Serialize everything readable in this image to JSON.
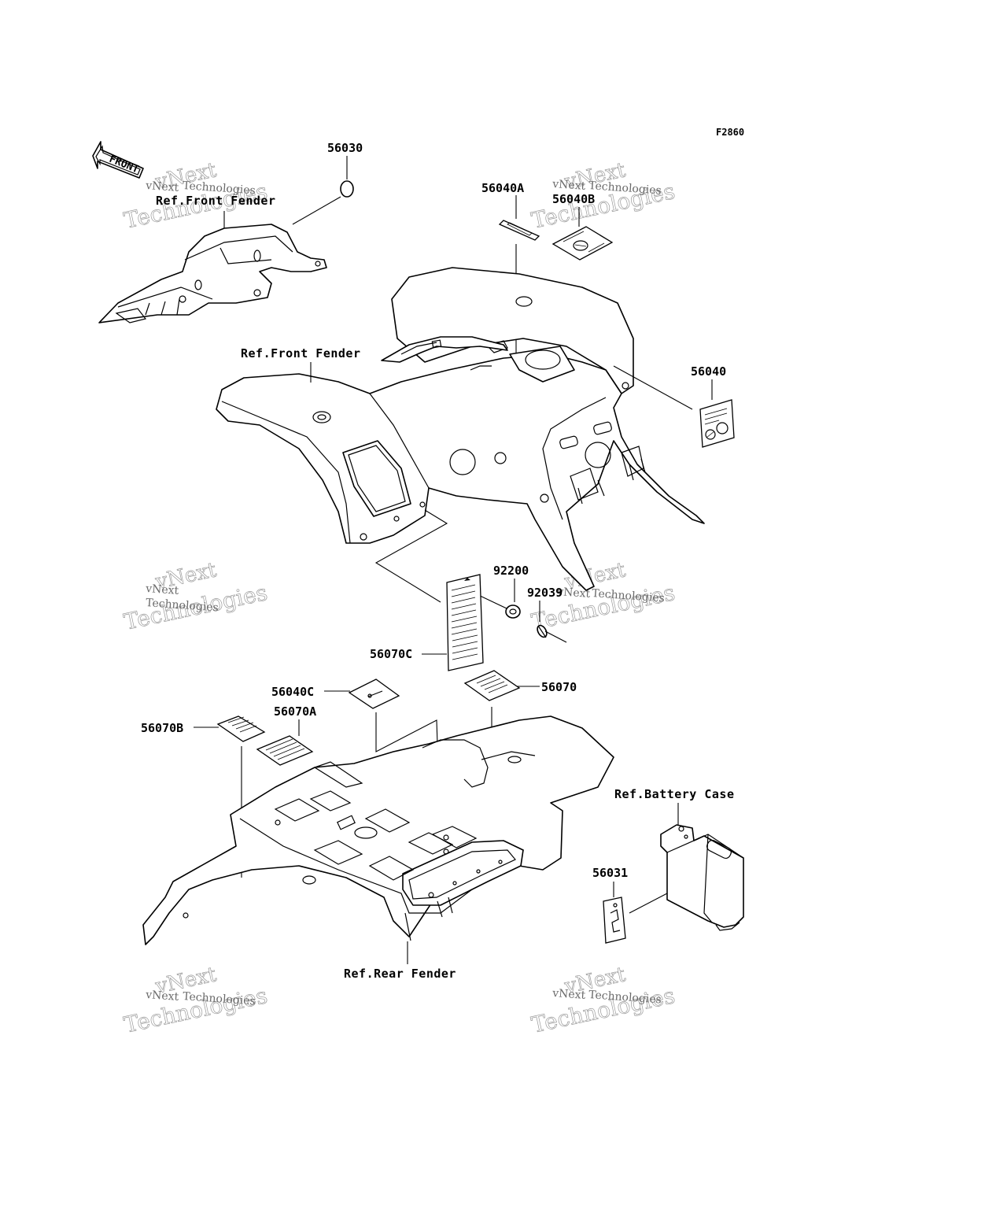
{
  "figure_code": "F2860",
  "front_arrow": "FRONT",
  "refs": {
    "front_fender_top": "Ref.Front Fender",
    "front_fender_main": "Ref.Front Fender",
    "battery_case": "Ref.Battery Case",
    "rear_fender": "Ref.Rear Fender"
  },
  "parts": {
    "p56030": "56030",
    "p56040A": "56040A",
    "p56040B": "56040B",
    "p56040": "56040",
    "p92200": "92200",
    "p92039": "92039",
    "p56070C": "56070C",
    "p56040C": "56040C",
    "p56070": "56070",
    "p56070A": "56070A",
    "p56070B": "56070B",
    "p56031": "56031"
  },
  "watermark": {
    "line1": "vNext",
    "line2": "Technologies"
  }
}
